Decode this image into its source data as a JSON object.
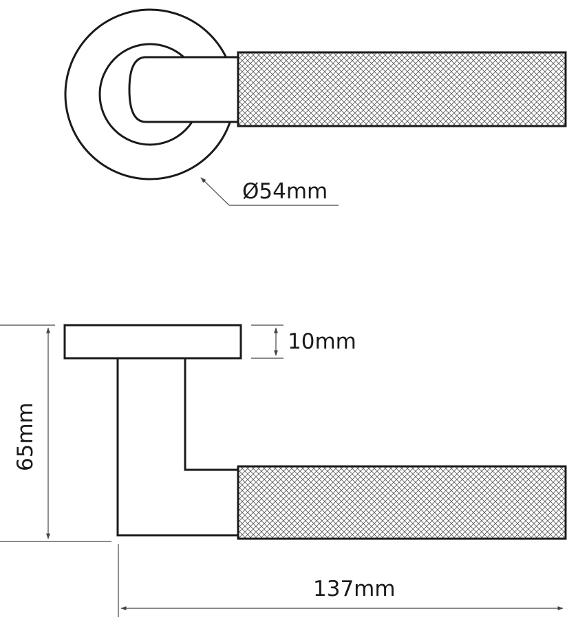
{
  "diagram": {
    "subject": "lever-handle-on-round-rose",
    "views": [
      "top-view",
      "side-view"
    ],
    "colors": {
      "line": "#1a1a1a",
      "knurl": "#555555",
      "background": "#ffffff"
    }
  },
  "labels": {
    "rose_diameter": "Ø54mm",
    "rose_thickness": "10mm",
    "projection": "65mm",
    "overall_length": "137mm"
  }
}
